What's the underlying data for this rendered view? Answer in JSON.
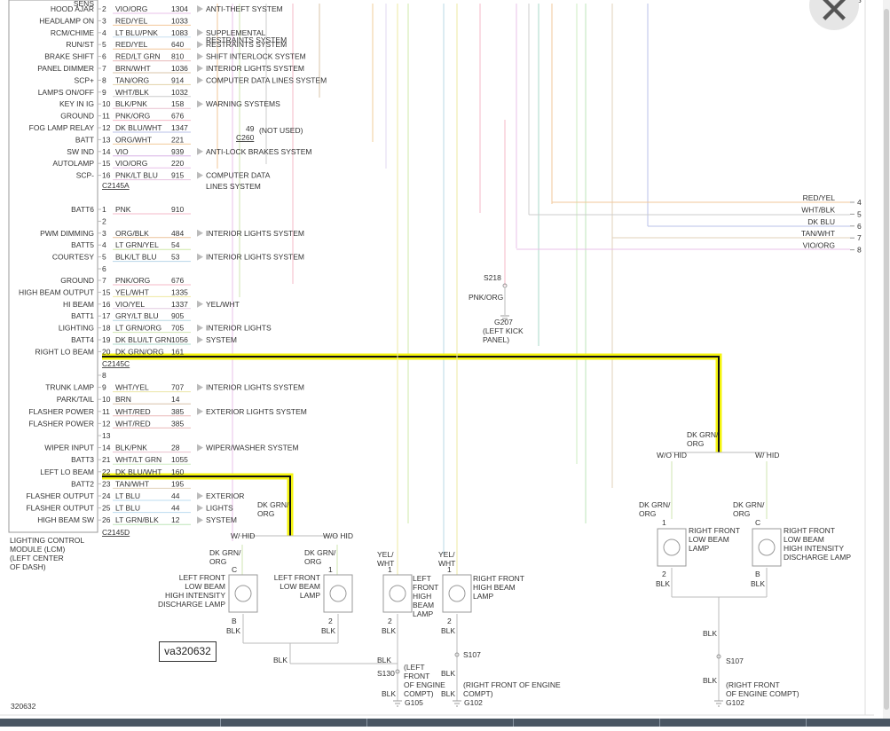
{
  "image_id_label": "va320632",
  "corner_code": "320632",
  "top_partial_number": "3",
  "connectors": {
    "a": "C2145A",
    "b": "C2145B",
    "c": "C2145C",
    "d": "C2145D",
    "c260": "C260"
  },
  "lcm_label": [
    "LIGHTING CONTROL",
    "MODULE (LCM)",
    "(LEFT CENTER",
    "OF DASH)"
  ],
  "pins_a": [
    {
      "fn": "SENS",
      "pin": "",
      "color": "",
      "circuit": "",
      "dest": ""
    },
    {
      "fn": "HOOD AJAR",
      "pin": "2",
      "color": "VIO/ORG",
      "circuit": "1304",
      "dest": "ANTI-THEFT SYSTEM"
    },
    {
      "fn": "HEADLAMP ON",
      "pin": "3",
      "color": "RED/YEL",
      "circuit": "1033",
      "dest": ""
    },
    {
      "fn": "RCM/CHIME",
      "pin": "4",
      "color": "LT BLU/PNK",
      "circuit": "1083",
      "dest": "SUPPLEMENTAL"
    },
    {
      "fn": "RUN/ST",
      "pin": "5",
      "color": "RED/YEL",
      "circuit": "640",
      "dest": "RESTRAINTS SYSTEM"
    },
    {
      "fn": "BRAKE SHIFT",
      "pin": "6",
      "color": "RED/LT GRN",
      "circuit": "810",
      "dest": "SHIFT INTERLOCK SYSTEM"
    },
    {
      "fn": "PANEL DIMMER",
      "pin": "7",
      "color": "BRN/WHT",
      "circuit": "1036",
      "dest": "INTERIOR LIGHTS SYSTEM"
    },
    {
      "fn": "SCP+",
      "pin": "8",
      "color": "TAN/ORG",
      "circuit": "914",
      "dest": "COMPUTER DATA LINES SYSTEM"
    },
    {
      "fn": "LAMPS ON/OFF",
      "pin": "9",
      "color": "WHT/BLK",
      "circuit": "1032",
      "dest": ""
    },
    {
      "fn": "KEY IN IG",
      "pin": "10",
      "color": "BLK/PNK",
      "circuit": "158",
      "dest": "WARNING SYSTEMS"
    },
    {
      "fn": "GROUND",
      "pin": "11",
      "color": "PNK/ORG",
      "circuit": "676",
      "dest": ""
    },
    {
      "fn": "FOG LAMP RELAY",
      "pin": "12",
      "color": "DK BLU/WHT",
      "circuit": "1347",
      "dest": ""
    },
    {
      "fn": "BATT",
      "pin": "13",
      "color": "ORG/WHT",
      "circuit": "221",
      "dest": ""
    },
    {
      "fn": "SW IND",
      "pin": "14",
      "color": "VIO",
      "circuit": "939",
      "dest": "ANTI-LOCK BRAKES SYSTEM"
    },
    {
      "fn": "AUTOLAMP",
      "pin": "15",
      "color": "VIO/ORG",
      "circuit": "220",
      "dest": ""
    },
    {
      "fn": "SCP-",
      "pin": "16",
      "color": "PNK/LT BLU",
      "circuit": "915",
      "dest": "COMPUTER DATA"
    }
  ],
  "dest_a_extra": "LINES SYSTEM",
  "fog_pin": "49",
  "fog_note": "(NOT USED)",
  "pins_b": [
    {
      "fn": "BATT6",
      "pin": "1",
      "color": "PNK",
      "circuit": "910",
      "dest": ""
    },
    {
      "fn": "",
      "pin": "2",
      "color": "",
      "circuit": "",
      "dest": ""
    },
    {
      "fn": "PWM DIMMING",
      "pin": "3",
      "color": "ORG/BLK",
      "circuit": "484",
      "dest": "INTERIOR LIGHTS SYSTEM"
    },
    {
      "fn": "BATT5",
      "pin": "4",
      "color": "LT GRN/YEL",
      "circuit": "54",
      "dest": ""
    },
    {
      "fn": "COURTESY",
      "pin": "5",
      "color": "BLK/LT BLU",
      "circuit": "53",
      "dest": "INTERIOR LIGHTS SYSTEM"
    },
    {
      "fn": "",
      "pin": "6",
      "color": "",
      "circuit": "",
      "dest": ""
    }
  ],
  "pins_c": [
    {
      "fn": "GROUND",
      "pin": "7",
      "color": "PNK/ORG",
      "circuit": "676",
      "dest": ""
    },
    {
      "fn": "HIGH BEAM OUTPUT",
      "pin": "15",
      "color": "YEL/WHT",
      "circuit": "1335",
      "dest": ""
    },
    {
      "fn": "HI BEAM",
      "pin": "16",
      "color": "VIO/YEL",
      "circuit": "1337",
      "dest": "YEL/WHT"
    },
    {
      "fn": "BATT1",
      "pin": "17",
      "color": "GRY/LT BLU",
      "circuit": "905",
      "dest": ""
    },
    {
      "fn": "LIGHTING",
      "pin": "18",
      "color": "LT GRN/ORG",
      "circuit": "705",
      "dest": "INTERIOR LIGHTS"
    },
    {
      "fn": "BATT4",
      "pin": "19",
      "color": "DK BLU/LT GRN",
      "circuit": "1056",
      "dest": "SYSTEM"
    },
    {
      "fn": "RIGHT LO BEAM",
      "pin": "20",
      "color": "DK GRN/ORG",
      "circuit": "161",
      "dest": ""
    }
  ],
  "pins_d": [
    {
      "fn": "",
      "pin": "8",
      "color": "",
      "circuit": "",
      "dest": ""
    },
    {
      "fn": "TRUNK LAMP",
      "pin": "9",
      "color": "WHT/YEL",
      "circuit": "707",
      "dest": "INTERIOR LIGHTS SYSTEM"
    },
    {
      "fn": "PARK/TAIL",
      "pin": "10",
      "color": "BRN",
      "circuit": "14",
      "dest": ""
    },
    {
      "fn": "FLASHER POWER",
      "pin": "11",
      "color": "WHT/RED",
      "circuit": "385",
      "dest": "EXTERIOR LIGHTS SYSTEM"
    },
    {
      "fn": "FLASHER POWER",
      "pin": "12",
      "color": "WHT/RED",
      "circuit": "385",
      "dest": ""
    },
    {
      "fn": "",
      "pin": "13",
      "color": "",
      "circuit": "",
      "dest": ""
    },
    {
      "fn": "WIPER INPUT",
      "pin": "14",
      "color": "BLK/PNK",
      "circuit": "28",
      "dest": "WIPER/WASHER SYSTEM"
    },
    {
      "fn": "BATT3",
      "pin": "21",
      "color": "WHT/LT GRN",
      "circuit": "1055",
      "dest": ""
    },
    {
      "fn": "LEFT LO BEAM",
      "pin": "22",
      "color": "DK BLU/WHT",
      "circuit": "160",
      "dest": ""
    },
    {
      "fn": "BATT2",
      "pin": "23",
      "color": "TAN/WHT",
      "circuit": "195",
      "dest": ""
    },
    {
      "fn": "FLASHER OUTPUT",
      "pin": "24",
      "color": "LT BLU",
      "circuit": "44",
      "dest": "EXTERIOR"
    },
    {
      "fn": "FLASHER OUTPUT",
      "pin": "25",
      "color": "LT BLU",
      "circuit": "44",
      "dest": "LIGHTS"
    },
    {
      "fn": "HIGH BEAM SW",
      "pin": "26",
      "color": "LT GRN/BLK",
      "circuit": "12",
      "dest": "SYSTEM"
    }
  ],
  "right_list": [
    {
      "color": "RED/YEL",
      "pin": "4"
    },
    {
      "color": "WHT/BLK",
      "pin": "5"
    },
    {
      "color": "DK BLU",
      "pin": "6"
    },
    {
      "color": "TAN/WHT",
      "pin": "7"
    },
    {
      "color": "VIO/ORG",
      "pin": "8"
    }
  ],
  "splice": {
    "s218": "S218",
    "pnk_org": "PNK/ORG",
    "g207": "G207",
    "g207_loc": [
      "(LEFT KICK",
      "PANEL)"
    ]
  },
  "wire_labels": {
    "dk_grn_org": [
      "DK GRN/",
      "ORG"
    ],
    "wo_hid": "W/O HID",
    "w_hid": "W/ HID",
    "yel_wht": [
      "YEL/",
      "WHT"
    ],
    "blk": "BLK"
  },
  "lamps": {
    "lf_hid": [
      "LEFT FRONT",
      "LOW BEAM",
      "HIGH INTENSITY",
      "DISCHARGE LAMP"
    ],
    "lf_low": [
      "LEFT FRONT",
      "LOW BEAM",
      "LAMP"
    ],
    "lf_high": [
      "LEFT",
      "FRONT",
      "HIGH",
      "BEAM",
      "LAMP"
    ],
    "rf_high": [
      "RIGHT FRONT",
      "HIGH BEAM",
      "LAMP"
    ],
    "rf_low": [
      "RIGHT FRONT",
      "LOW BEAM",
      "LAMP"
    ],
    "rf_hid": [
      "RIGHT FRONT",
      "LOW BEAM",
      "HIGH INTENSITY",
      "DISCHARGE LAMP"
    ]
  },
  "pins_lamp": {
    "c": "C",
    "b": "B",
    "one": "1",
    "two": "2"
  },
  "grounds": {
    "s130": "S130",
    "s107": "S107",
    "g105": "G105",
    "g102": "G102",
    "left_front_loc": [
      "(LEFT",
      "FRONT",
      "OF ENGINE",
      "COMPT)"
    ],
    "right_front_loc": [
      "(RIGHT FRONT OF ENGINE",
      "COMPT)"
    ],
    "right_front_loc2": [
      "(RIGHT FRONT",
      "OF ENGINE COMPT)"
    ]
  },
  "colors": {
    "highlight": "#f4f40f",
    "wire_black": "#111111",
    "accent_gray": "#555555"
  }
}
